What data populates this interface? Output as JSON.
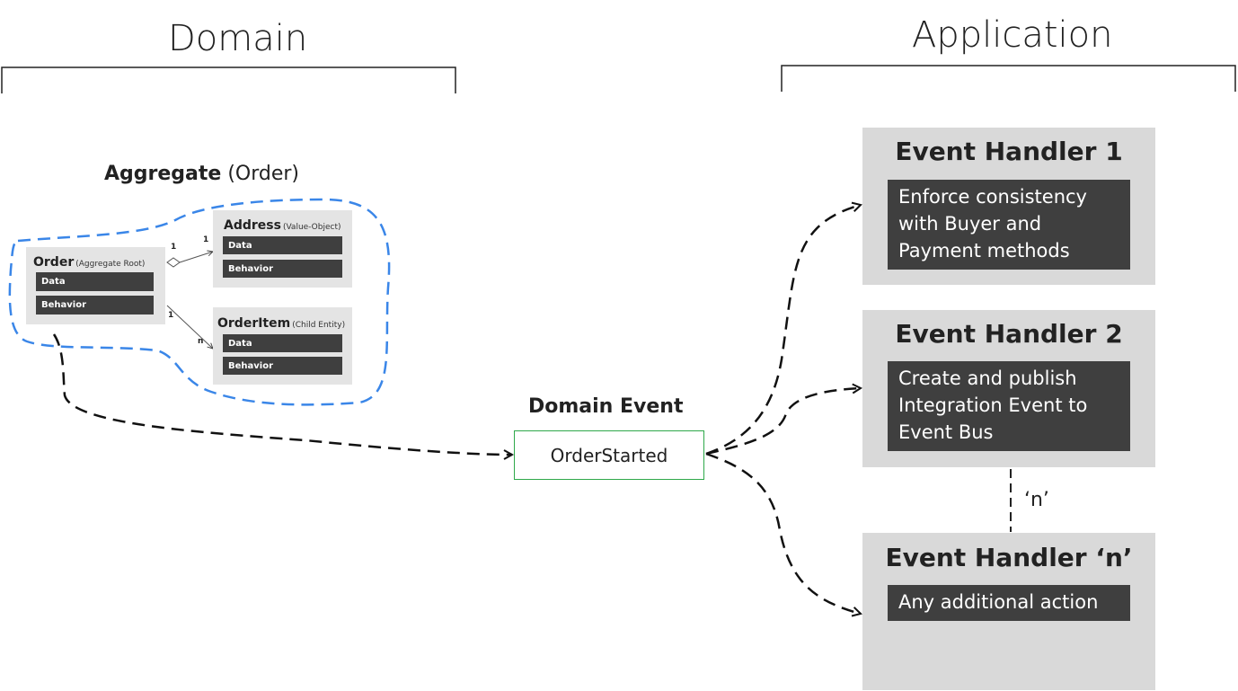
{
  "sections": {
    "domain": "Domain",
    "application": "Application"
  },
  "aggregate": {
    "label_bold": "Aggregate",
    "label_rest": " (Order)",
    "order": {
      "name": "Order",
      "kind": "(Aggregate Root)",
      "data": "Data",
      "behavior": "Behavior"
    },
    "address": {
      "name": "Address",
      "kind": "(Value-Object)",
      "data": "Data",
      "behavior": "Behavior"
    },
    "order_item": {
      "name": "OrderItem",
      "kind": "(Child Entity)",
      "data": "Data",
      "behavior": "Behavior"
    },
    "multiplicities": {
      "order_address_src": "1",
      "order_address_dst": "1",
      "order_item_src": "1",
      "order_item_dst": "n"
    }
  },
  "domain_event": {
    "label": "Domain Event",
    "name": "OrderStarted"
  },
  "handlers": [
    {
      "title": "Event Handler 1",
      "body": "Enforce consistency with Buyer and Payment methods"
    },
    {
      "title": "Event Handler 2",
      "body": "Create and publish Integration Event to Event Bus"
    },
    {
      "title": "Event Handler ‘n’",
      "body": "Any additional action"
    }
  ],
  "n_label": "‘n’",
  "colors": {
    "aggregate_boundary": "#3a86e8",
    "event_border": "#2ea84a",
    "handler_bg": "#d9d9d9",
    "dark_bar": "#3f3f3f"
  }
}
